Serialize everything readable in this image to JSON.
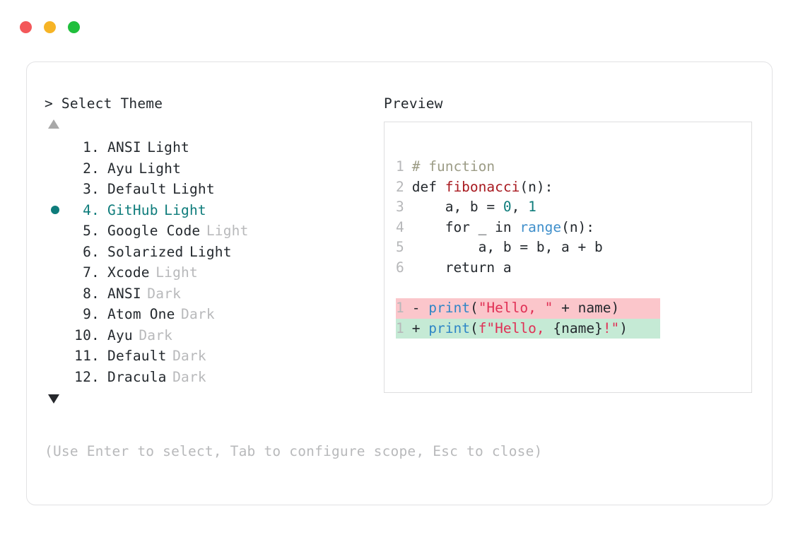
{
  "titlebar": {
    "buttons": [
      {
        "name": "close",
        "color": "#f3585a"
      },
      {
        "name": "minimize",
        "color": "#f6b426"
      },
      {
        "name": "maximize",
        "color": "#20bf3c"
      }
    ]
  },
  "left": {
    "prompt": "> Select Theme",
    "scroll_up": "▲",
    "scroll_down": "▼",
    "selected_index": 4,
    "accent": "#0e7c7b",
    "items": [
      {
        "num": " 1.",
        "name": "ANSI",
        "variant": "Light",
        "variant_muted": false
      },
      {
        "num": " 2.",
        "name": "Ayu",
        "variant": "Light",
        "variant_muted": false
      },
      {
        "num": " 3.",
        "name": "Default",
        "variant": "Light",
        "variant_muted": false
      },
      {
        "num": " 4.",
        "name": "GitHub",
        "variant": "Light",
        "variant_muted": false
      },
      {
        "num": " 5.",
        "name": "Google Code",
        "variant": "Light",
        "variant_muted": true
      },
      {
        "num": " 6.",
        "name": "Solarized",
        "variant": "Light",
        "variant_muted": false
      },
      {
        "num": " 7.",
        "name": "Xcode",
        "variant": "Light",
        "variant_muted": true
      },
      {
        "num": " 8.",
        "name": "ANSI",
        "variant": "Dark",
        "variant_muted": true
      },
      {
        "num": " 9.",
        "name": "Atom One",
        "variant": "Dark",
        "variant_muted": true
      },
      {
        "num": "10.",
        "name": "Ayu",
        "variant": "Dark",
        "variant_muted": true
      },
      {
        "num": "11.",
        "name": "Default",
        "variant": "Dark",
        "variant_muted": true
      },
      {
        "num": "12.",
        "name": "Dracula",
        "variant": "Dark",
        "variant_muted": true
      }
    ]
  },
  "right": {
    "title": "Preview",
    "code": {
      "lines": [
        {
          "n": "1",
          "tokens": [
            {
              "t": " # function",
              "c": "comment"
            }
          ]
        },
        {
          "n": "2",
          "tokens": [
            {
              "t": " def ",
              "c": "kw"
            },
            {
              "t": "fibonacci",
              "c": "fn"
            },
            {
              "t": "(n):",
              "c": "punct"
            }
          ]
        },
        {
          "n": "3",
          "tokens": [
            {
              "t": "     a, b = ",
              "c": "plain"
            },
            {
              "t": "0",
              "c": "num"
            },
            {
              "t": ", ",
              "c": "plain"
            },
            {
              "t": "1",
              "c": "num"
            }
          ]
        },
        {
          "n": "4",
          "tokens": [
            {
              "t": "     for _ in ",
              "c": "plain"
            },
            {
              "t": "range",
              "c": "builtin"
            },
            {
              "t": "(n):",
              "c": "punct"
            }
          ]
        },
        {
          "n": "5",
          "tokens": [
            {
              "t": "         a, b = b, a + b",
              "c": "plain"
            }
          ]
        },
        {
          "n": "6",
          "tokens": [
            {
              "t": "     return a",
              "c": "plain"
            }
          ]
        }
      ]
    },
    "diff": {
      "removed": {
        "n": "1",
        "marker": " - ",
        "tokens": [
          {
            "t": "print",
            "c": "call"
          },
          {
            "t": "(",
            "c": "punct"
          },
          {
            "t": "\"Hello, \"",
            "c": "str"
          },
          {
            "t": " + name)",
            "c": "plain"
          }
        ],
        "bg": "#fbc6cb"
      },
      "added": {
        "n": "1",
        "marker": " + ",
        "tokens": [
          {
            "t": "print",
            "c": "call"
          },
          {
            "t": "(",
            "c": "punct"
          },
          {
            "t": "f\"Hello, ",
            "c": "str"
          },
          {
            "t": "{name}",
            "c": "plain"
          },
          {
            "t": "!\"",
            "c": "str"
          },
          {
            "t": ")",
            "c": "punct"
          }
        ],
        "bg": "#c5ead5"
      }
    }
  },
  "footer": {
    "hint": "(Use Enter to select, Tab to configure scope, Esc to close)"
  }
}
